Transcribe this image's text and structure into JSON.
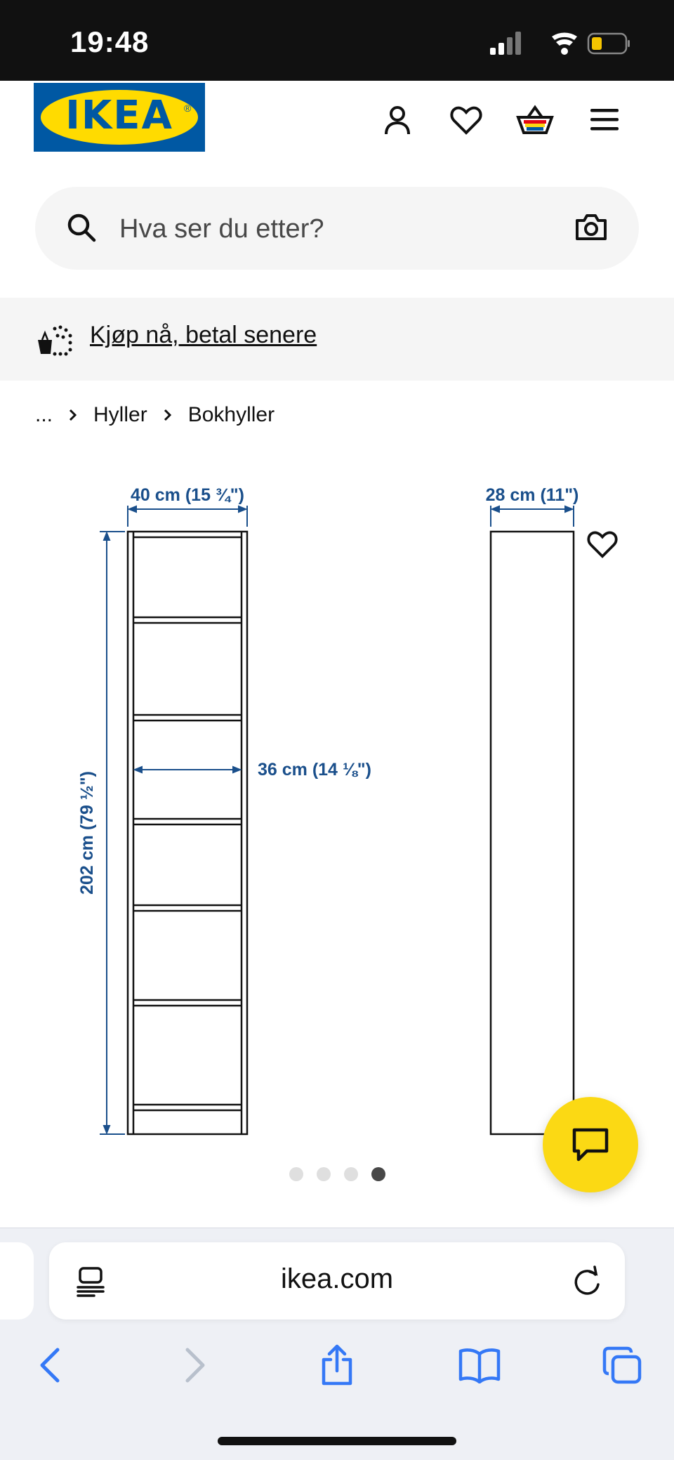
{
  "status_bar": {
    "time": "19:48"
  },
  "header": {
    "logo_text": "IKEA",
    "logo_registered": "®",
    "brand_colors": {
      "blue": "#0058a3",
      "yellow": "#ffdb00"
    },
    "icons": [
      "user-icon",
      "heart-icon",
      "cart-icon",
      "menu-icon"
    ]
  },
  "search": {
    "placeholder": "Hva ser du etter?"
  },
  "promo": {
    "text": "Kjøp nå, betal senere"
  },
  "breadcrumb": {
    "ellipsis": "...",
    "items": [
      "Hyller",
      "Bokhyller"
    ]
  },
  "product_image": {
    "dim_width": "40 cm (15 ¾\")",
    "dim_height": "202 cm (79 ½\")",
    "dim_inner": "36 cm (14 ⅛\")",
    "dim_depth": "28 cm (11\")",
    "carousel": {
      "count": 4,
      "active_index": 3
    }
  },
  "browser": {
    "url": "ikea.com"
  }
}
